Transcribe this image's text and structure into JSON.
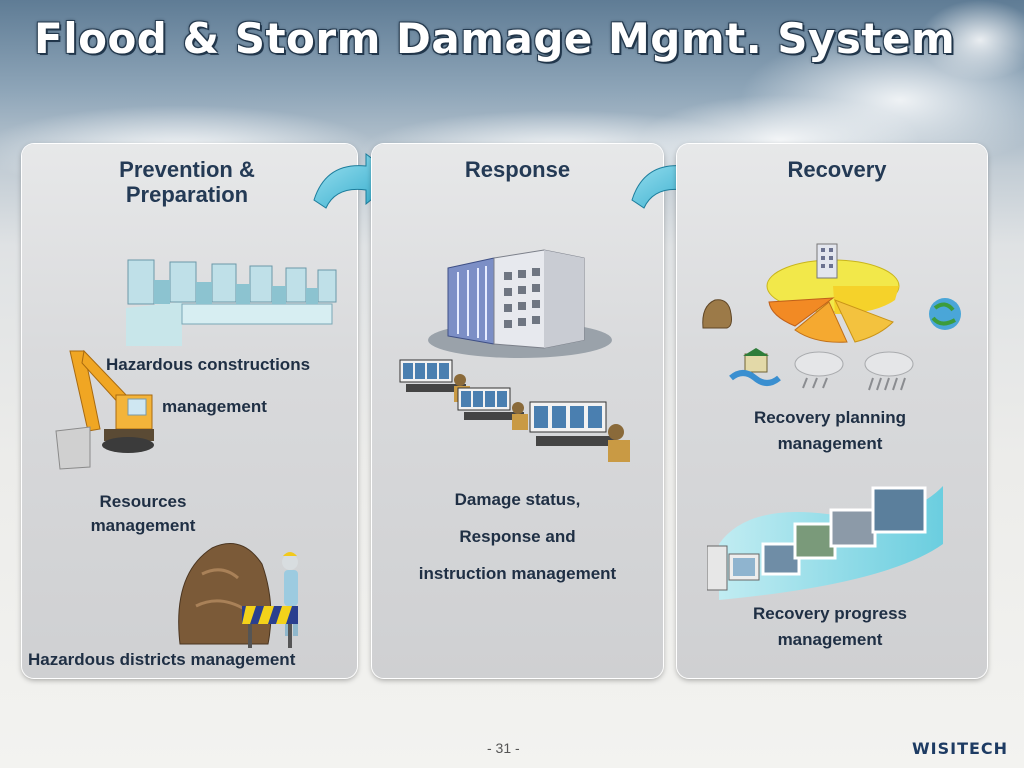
{
  "title": "Flood & Storm Damage Mgmt. System",
  "panels": {
    "prevention": {
      "title_line1": "Prevention &",
      "title_line2": "Preparation",
      "hazard_constructions_line1": "Hazardous constructions",
      "hazard_constructions_line2": "management",
      "resources_line1": "Resources",
      "resources_line2": "management",
      "hazard_districts": "Hazardous districts management"
    },
    "response": {
      "title": "Response",
      "damage_line1": "Damage status,",
      "damage_line2": "Response and",
      "damage_line3": "instruction management"
    },
    "recovery": {
      "title": "Recovery",
      "planning_line1": "Recovery planning",
      "planning_line2": "management",
      "progress_line1": "Recovery progress",
      "progress_line2": "management"
    }
  },
  "footer": {
    "page": "- 31 -",
    "logo": "WISITECH"
  },
  "colors": {
    "title_text": "#ffffff",
    "panel_text": "#243a55",
    "arrow": "#5ec8e0"
  }
}
